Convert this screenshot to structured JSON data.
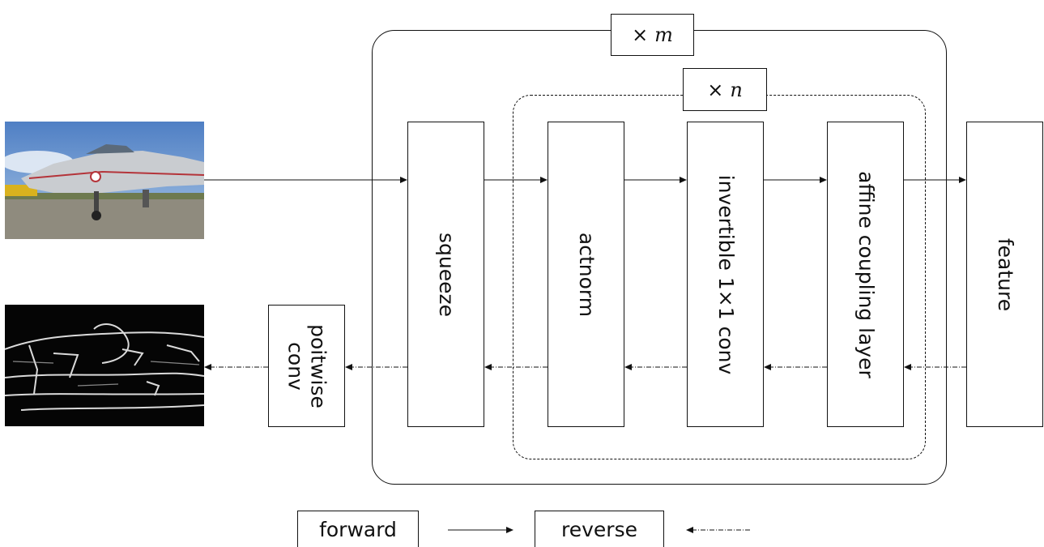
{
  "multipliers": {
    "outer_prefix": "×",
    "outer_var": "m",
    "inner_prefix": "×",
    "inner_var": "n"
  },
  "blocks": {
    "squeeze": "squeeze",
    "actnorm": "actnorm",
    "invertible_conv": "invertible 1×1 conv",
    "affine_coupling": "affine coupling layer",
    "feature": "feature",
    "pointwise_line1": "poitwise",
    "pointwise_line2": "conv"
  },
  "legend": {
    "forward": "forward",
    "reverse": "reverse"
  },
  "images": {
    "input": "input image of a jet aircraft on a runway",
    "output": "edge map output image"
  }
}
